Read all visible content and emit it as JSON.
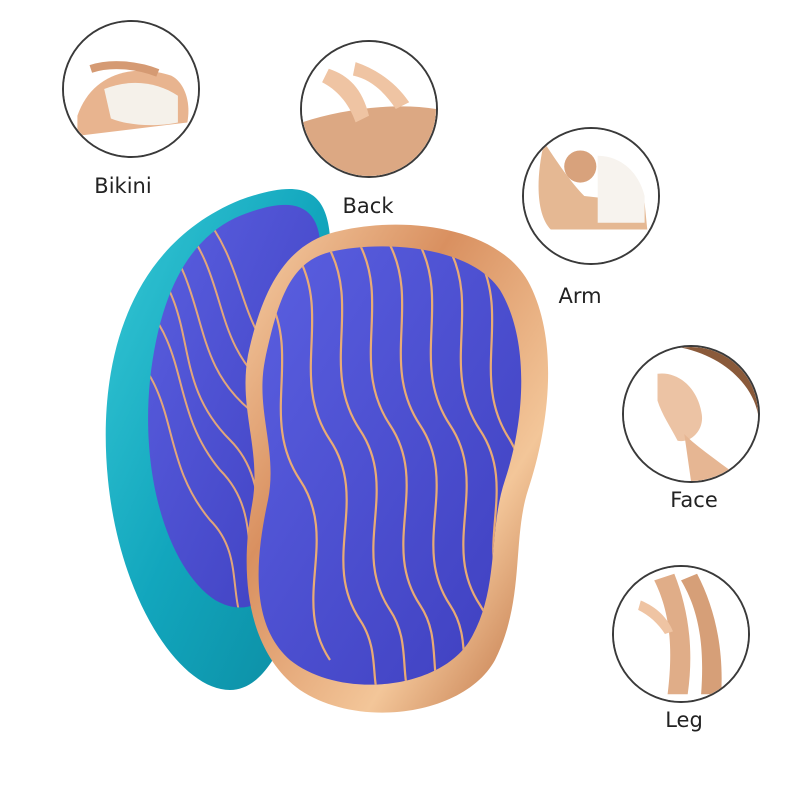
{
  "body_areas": [
    {
      "label": "Bikini",
      "photo": "bikini-area-photo"
    },
    {
      "label": "Back",
      "photo": "back-area-photo"
    },
    {
      "label": "Arm",
      "photo": "arm-area-photo"
    },
    {
      "label": "Face",
      "photo": "face-area-photo"
    },
    {
      "label": "Leg",
      "photo": "leg-area-photo"
    }
  ],
  "product": {
    "front_device": {
      "name": "crystal-hair-eraser-rose-gold",
      "frame_color": "#e7a877",
      "pad_color": "#4b4fcf",
      "line_color": "#f2b070"
    },
    "back_device": {
      "name": "crystal-hair-eraser-teal",
      "frame_color": "#1fb3c7",
      "pad_color": "#4b4fcf",
      "line_color": "#f2b070"
    }
  }
}
